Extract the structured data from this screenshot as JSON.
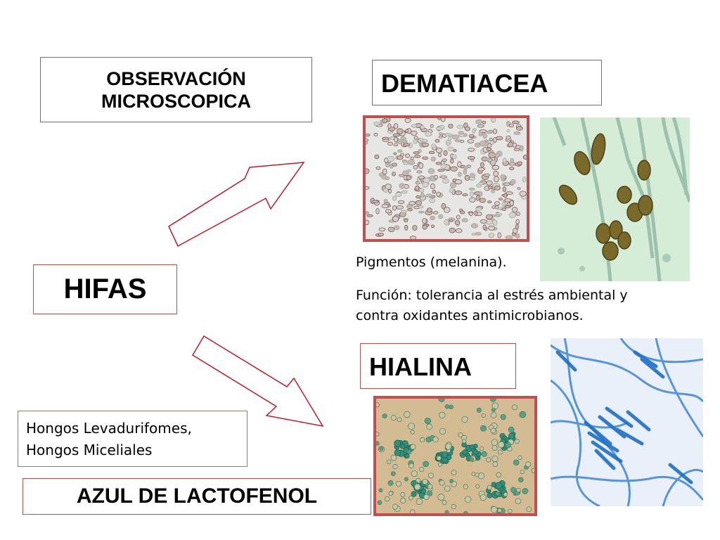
{
  "obs_title": "OBSERVACIÓN MICROSCOPICA",
  "dematiacea_label": "DEMATIACEA",
  "hifas_label": "HIFAS",
  "hialina_label": "HIALINA",
  "azul_label": "AZUL DE LACTOFENOL",
  "pigment_text": "Pigmentos (melanina).",
  "function_text": "Función: tolerancia al estrés ambiental y contra oxidantes antimicrobianos.",
  "hongos_line1": "Hongos Levadurifomes,",
  "hongos_line2": "Hongos Miceliales",
  "colors": {
    "box_border_red": "#c0504d",
    "photo_frame": "#c0504d",
    "arrow_stroke": "#c0182a"
  },
  "images": {
    "dematiacea_yeast": "microscopy-yeast-cells-brown",
    "dematiacea_hyphae": "microscopy-dematiaceous-conidia-green",
    "hialina_yeast": "microscopy-yeast-cells-green-stain",
    "hialina_hyphae": "microscopy-hyaline-hyphae-blue-stain"
  }
}
